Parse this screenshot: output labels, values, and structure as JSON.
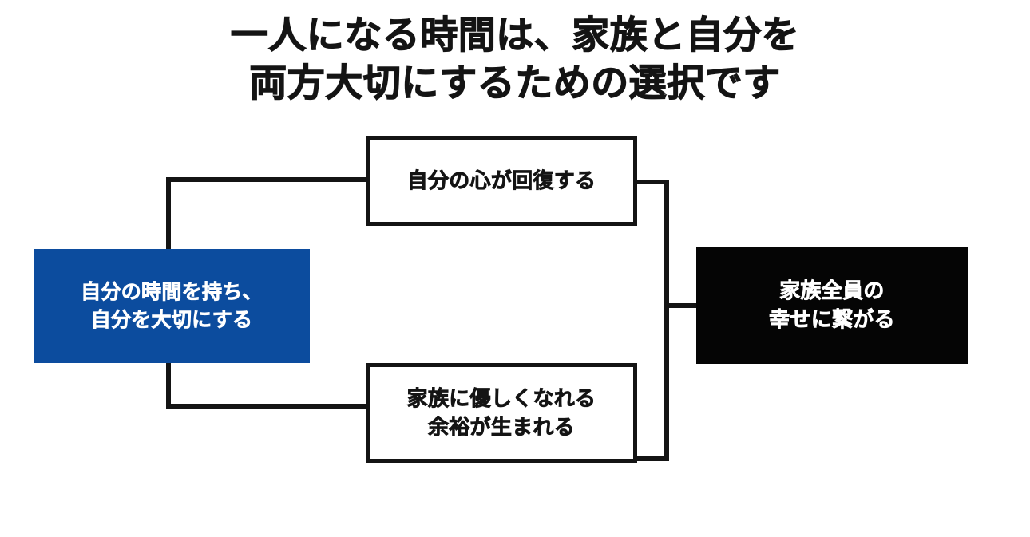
{
  "title": {
    "line1": "一人になる時間は、家族と自分を",
    "line2": "両方大切にするための選択です"
  },
  "colors": {
    "source_box_bg": "#0c4c9e",
    "result_box_bg": "#050505",
    "line": "#141414",
    "box_border": "#141414",
    "page_bg": "#ffffff",
    "text_on_dark": "#ffffff",
    "text_on_light": "#141414"
  },
  "diagram": {
    "type": "flow",
    "source": {
      "label_line1": "自分の時間を持ち、",
      "label_line2": "自分を大切にする"
    },
    "branches": [
      {
        "id": "top",
        "label_line1": "自分の心が回復する",
        "label_line2": ""
      },
      {
        "id": "bottom",
        "label_line1": "家族に優しくなれる",
        "label_line2": "余裕が生まれる"
      }
    ],
    "result": {
      "label_line1": "家族全員の",
      "label_line2": "幸せに繋がる"
    }
  }
}
